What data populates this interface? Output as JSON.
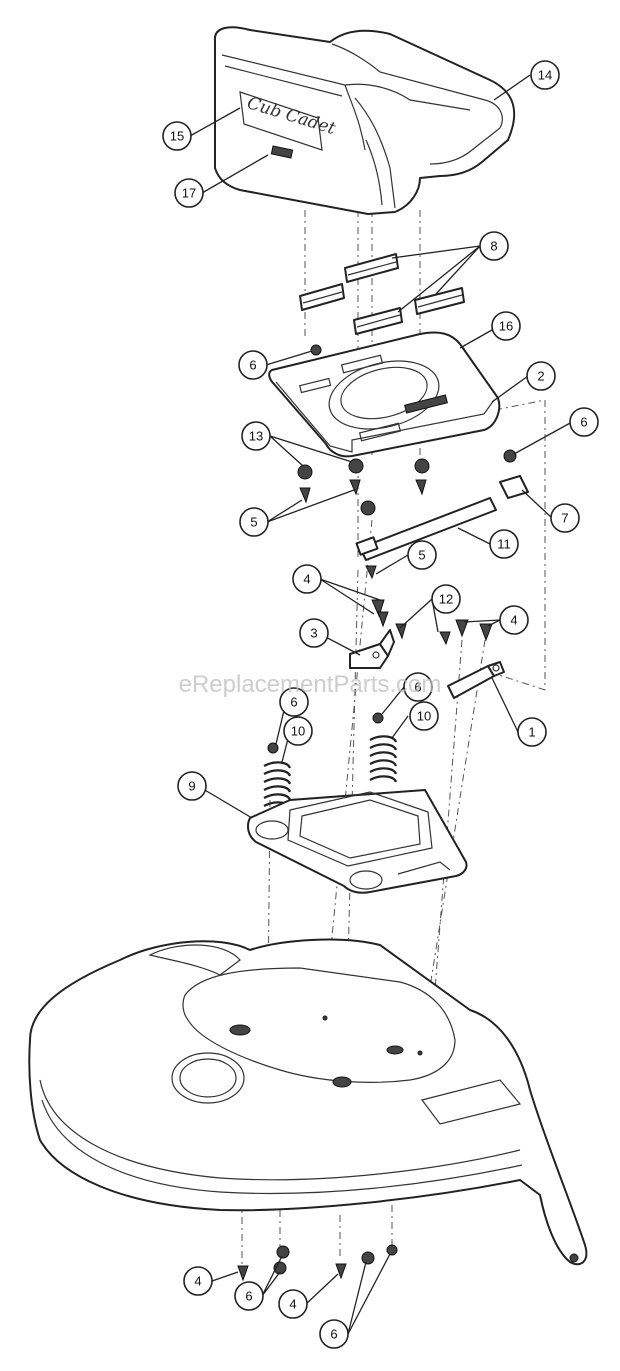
{
  "watermark": "eReplacementParts.com",
  "seat_logo_text": "Cub Cadet",
  "callouts": [
    {
      "id": "c14",
      "label": "14"
    },
    {
      "id": "c15",
      "label": "15"
    },
    {
      "id": "c17",
      "label": "17"
    },
    {
      "id": "c8",
      "label": "8"
    },
    {
      "id": "c16",
      "label": "16"
    },
    {
      "id": "c6a",
      "label": "6"
    },
    {
      "id": "c2",
      "label": "2"
    },
    {
      "id": "c6b",
      "label": "6"
    },
    {
      "id": "c13",
      "label": "13"
    },
    {
      "id": "c7",
      "label": "7"
    },
    {
      "id": "c5a",
      "label": "5"
    },
    {
      "id": "c11",
      "label": "11"
    },
    {
      "id": "c5b",
      "label": "5"
    },
    {
      "id": "c4a",
      "label": "4"
    },
    {
      "id": "c12",
      "label": "12"
    },
    {
      "id": "c3",
      "label": "3"
    },
    {
      "id": "c4b",
      "label": "4"
    },
    {
      "id": "c6c",
      "label": "6"
    },
    {
      "id": "c6d",
      "label": "6"
    },
    {
      "id": "c10a",
      "label": "10"
    },
    {
      "id": "c10b",
      "label": "10"
    },
    {
      "id": "c1",
      "label": "1"
    },
    {
      "id": "c9",
      "label": "9"
    },
    {
      "id": "c4c",
      "label": "4"
    },
    {
      "id": "c6e",
      "label": "6"
    },
    {
      "id": "c4d",
      "label": "4"
    },
    {
      "id": "c6f",
      "label": "6"
    }
  ]
}
